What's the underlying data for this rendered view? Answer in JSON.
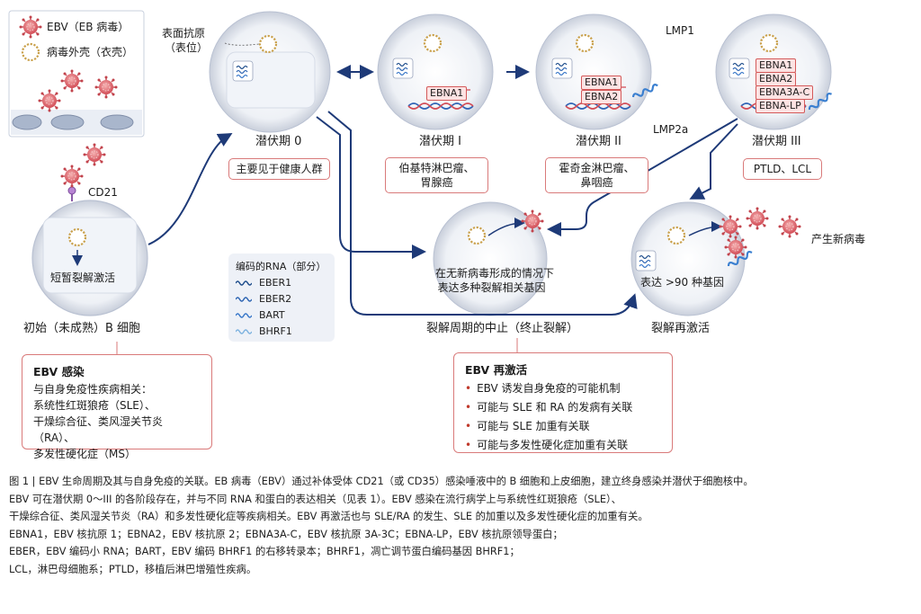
{
  "legend_top": {
    "ebv": "EBV（EB 病毒）",
    "capsid": "病毒外壳（衣壳）"
  },
  "cd21": "CD21",
  "naive": {
    "inside": "短暂裂解激活",
    "label": "初始（未成熟）B 细胞"
  },
  "latency0": {
    "surface_antigen": "表面抗原",
    "surface_antigen2": "（表位）",
    "label": "潜伏期 0",
    "callout": "主要见于健康人群"
  },
  "latency1": {
    "label": "潜伏期 I",
    "tag": "EBNA1",
    "callout1": "伯基特淋巴瘤、",
    "callout2": "胃腺癌"
  },
  "latency2": {
    "label": "潜伏期 II",
    "tag1": "EBNA1",
    "tag2": "EBNA2",
    "lmp1": "LMP1",
    "lmp2a": "LMP2a",
    "callout1": "霍奇金淋巴瘤、",
    "callout2": "鼻咽癌"
  },
  "latency3": {
    "label": "潜伏期 III",
    "tags": [
      "EBNA1",
      "EBNA2",
      "EBNA3A-C",
      "EBNA-LP"
    ],
    "callout": "PTLD、LCL"
  },
  "abortive": {
    "line1": "在无新病毒形成的情况下",
    "line2": "表达多种裂解相关基因",
    "label": "裂解周期的中止（终止裂解）"
  },
  "reactivation": {
    "inside": "表达 >90 种基因",
    "label": "裂解再激活",
    "new_virus": "产生新病毒"
  },
  "rna_legend": {
    "title": "编码的RNA（部分）",
    "items": [
      {
        "name": "EBER1",
        "color": "#1f4e8c"
      },
      {
        "name": "EBER2",
        "color": "#2f66b3"
      },
      {
        "name": "BART",
        "color": "#3a78c9"
      },
      {
        "name": "BHRF1",
        "color": "#7fb3e0"
      }
    ]
  },
  "infection_box": {
    "title": "EBV 感染",
    "lines": [
      "与自身免疫性疾病相关：",
      "系统性红斑狼疮（SLE）、",
      "干燥综合征、类风湿关节炎（RA）、",
      "多发性硬化症（MS）"
    ]
  },
  "reactivation_box": {
    "title": "EBV 再激活",
    "bullets": [
      "EBV 诱发自身免疫的可能机制",
      "可能与 SLE 和 RA 的发病有关联",
      "可能与 SLE 加重有关联",
      "可能与多发性硬化症加重有关联"
    ]
  },
  "caption": [
    "图 1 | EBV 生命周期及其与自身免疫的关联。EB 病毒（EBV）通过补体受体 CD21（或 CD35）感染唾液中的 B 细胞和上皮细胞，建立终身感染并潜伏于细胞核中。",
    "EBV 可在潜伏期 0～III 的各阶段存在，并与不同 RNA 和蛋白的表达相关（见表 1）。EBV 感染在流行病学上与系统性红斑狼疮（SLE）、",
    "干燥综合征、类风湿关节炎（RA）和多发性硬化症等疾病相关。EBV 再激活也与 SLE/RA 的发生、SLE 的加重以及多发性硬化症的加重有关。",
    "EBNA1，EBV 核抗原 1；EBNA2，EBV 核抗原 2；EBNA3A-C，EBV 核抗原 3A-3C；EBNA-LP，EBV 核抗原领导蛋白；",
    "EBER，EBV 编码小 RNA；BART，EBV 编码 BHRF1 的右移转录本；BHRF1，凋亡调节蛋白编码基因 BHRF1；",
    "LCL，淋巴母细胞系；PTLD，移植后淋巴增殖性疾病。"
  ],
  "colors": {
    "cell": "#e4e8f0",
    "nucleus": "#f4f6fa",
    "arrow": "#1e3a78",
    "virus": "#d9595f",
    "capsid": "#c9a04a",
    "callout_border": "#d97a7a"
  }
}
